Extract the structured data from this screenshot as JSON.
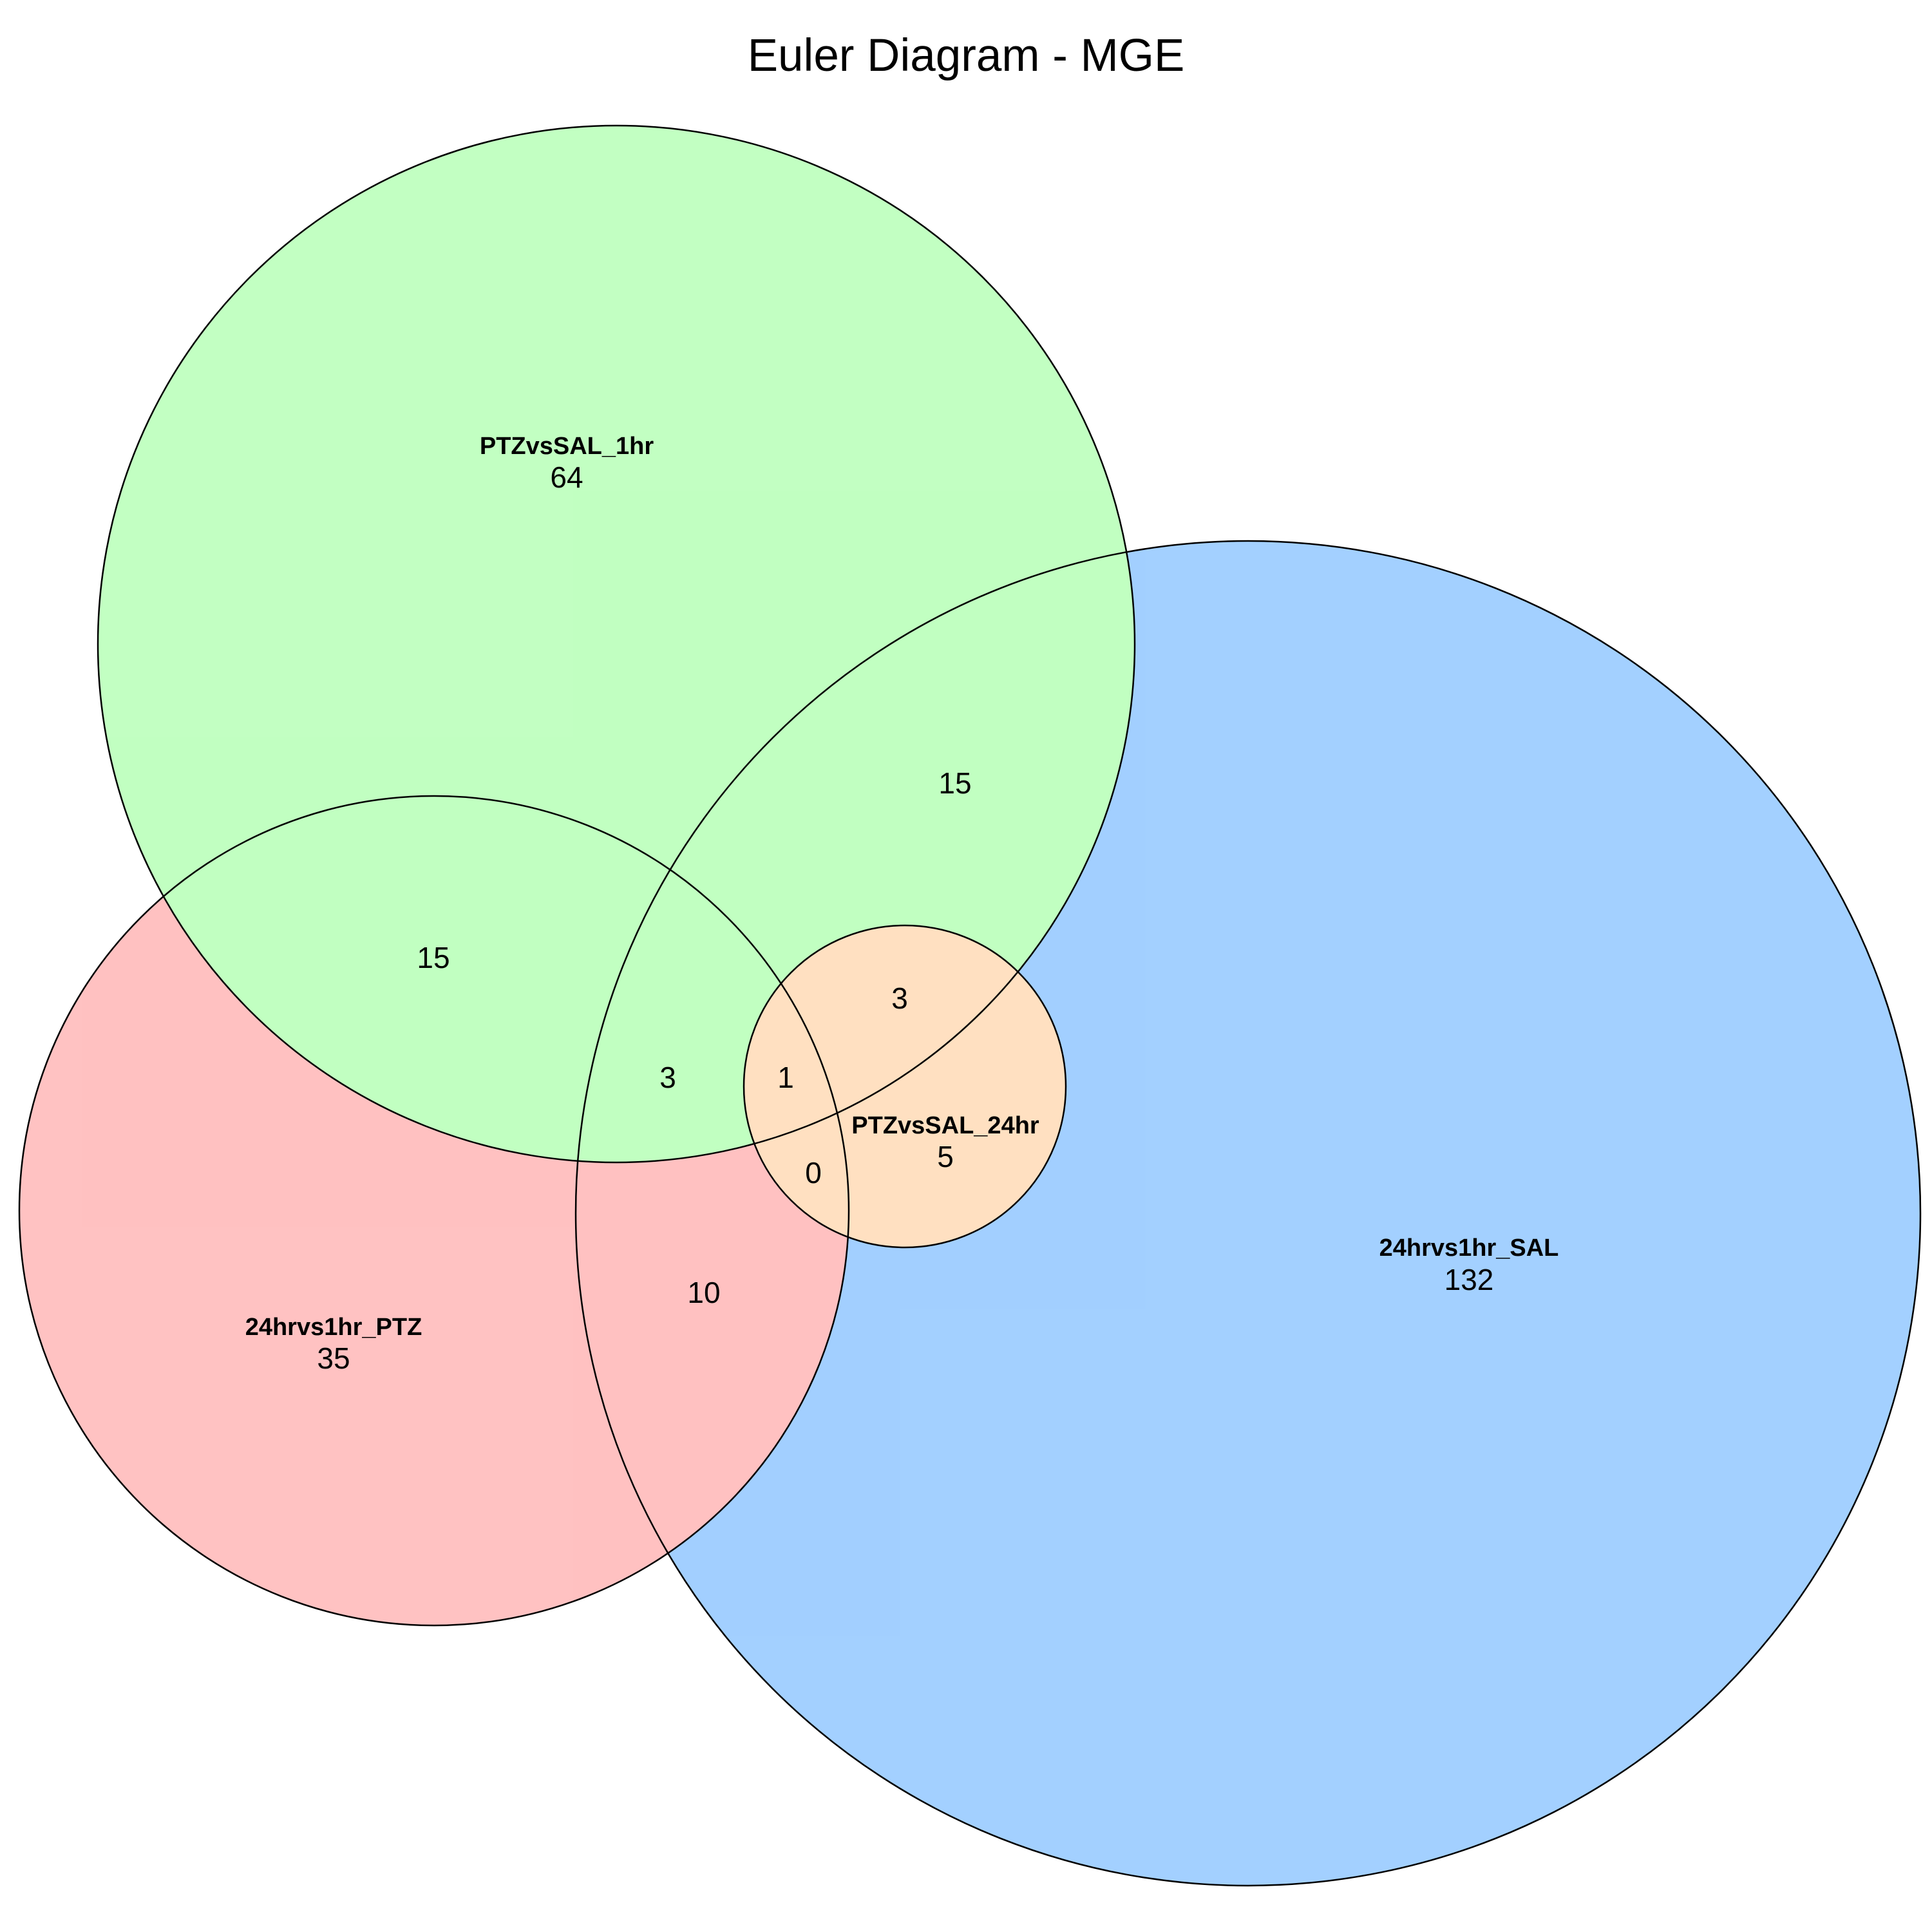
{
  "title": "Euler Diagram - MGE",
  "sets": [
    {
      "id": "ptz1",
      "name": "PTZvsSAL_1hr",
      "color": "#99FF99",
      "only_count": "64"
    },
    {
      "id": "sal",
      "name": "24hrvs1hr_SAL",
      "color": "#66B0FF",
      "only_count": "132"
    },
    {
      "id": "ptz",
      "name": "24hrvs1hr_PTZ",
      "color": "#FF9999",
      "only_count": "35"
    },
    {
      "id": "ptz24",
      "name": "PTZvsSAL_24hr",
      "color": "#FFCC99",
      "only_count": "5"
    }
  ],
  "intersections": [
    {
      "sets": [
        "PTZvsSAL_1hr",
        "24hrvs1hr_SAL"
      ],
      "count": "15"
    },
    {
      "sets": [
        "PTZvsSAL_1hr",
        "24hrvs1hr_PTZ"
      ],
      "count": "15"
    },
    {
      "sets": [
        "PTZvsSAL_1hr",
        "24hrvs1hr_SAL",
        "PTZvsSAL_24hr"
      ],
      "count": "3"
    },
    {
      "sets": [
        "PTZvsSAL_1hr",
        "24hrvs1hr_PTZ",
        "24hrvs1hr_SAL"
      ],
      "count": "3"
    },
    {
      "sets": [
        "PTZvsSAL_1hr",
        "24hrvs1hr_PTZ",
        "24hrvs1hr_SAL",
        "PTZvsSAL_24hr"
      ],
      "count": "1"
    },
    {
      "sets": [
        "24hrvs1hr_PTZ",
        "24hrvs1hr_SAL",
        "PTZvsSAL_24hr"
      ],
      "count": "0"
    },
    {
      "sets": [
        "24hrvs1hr_PTZ",
        "24hrvs1hr_SAL"
      ],
      "count": "10"
    }
  ]
}
